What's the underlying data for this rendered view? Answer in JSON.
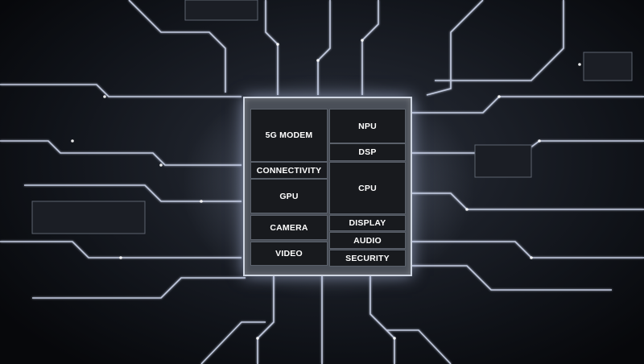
{
  "scene": {
    "description": "Glowing circuit board with central system-on-chip diagram",
    "colors": {
      "background": "#0b0d12",
      "trace_glow": "#dfe8ff",
      "chip_frame": "#cfd6e2",
      "block_fill": "#181a1e",
      "label": "#ffffff"
    }
  },
  "chip": {
    "blocks": {
      "modem": "5G MODEM",
      "connectivity": "CONNECTIVITY",
      "gpu": "GPU",
      "camera": "CAMERA",
      "video": "VIDEO",
      "npu": "NPU",
      "dsp": "DSP",
      "cpu": "CPU",
      "display": "DISPLAY",
      "audio": "AUDIO",
      "security": "SECURITY"
    }
  }
}
